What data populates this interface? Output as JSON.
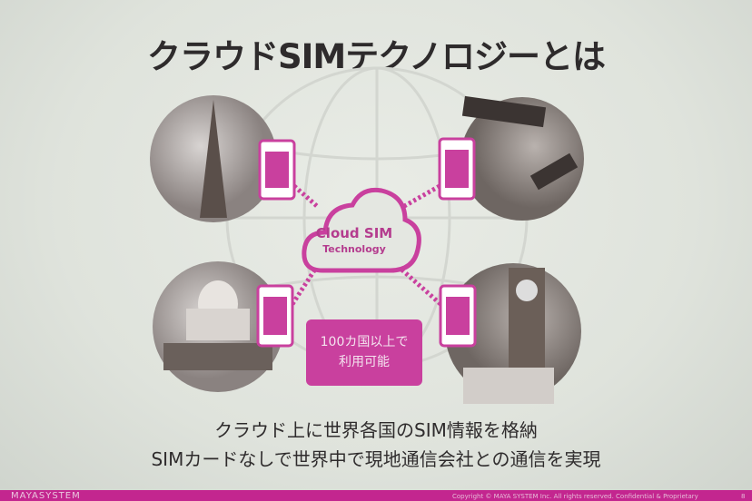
{
  "title": "クラウドSIMテクノロジーとは",
  "cloud": {
    "line1": "Cloud SIM",
    "line2": "Technology"
  },
  "badge": {
    "line1": "100カ国以上で",
    "line2": "利用可能"
  },
  "body_lines": [
    "クラウド上に世界各国のSIM情報を格納",
    "SIMカードなしで世界中で現地通信会社との通信を実現"
  ],
  "photos": [
    "eiffel-tower",
    "wall-street-sign",
    "taj-mahal",
    "big-ben"
  ],
  "footer": {
    "brand": "MAYASYSTEM",
    "copyright": "Copyright © MAYA SYSTEM Inc. All rights reserved. Confidential & Proprietary",
    "page": "8"
  },
  "colors": {
    "accent": "#c9409e",
    "footer": "#c3268f",
    "title": "#2e2b2c"
  }
}
